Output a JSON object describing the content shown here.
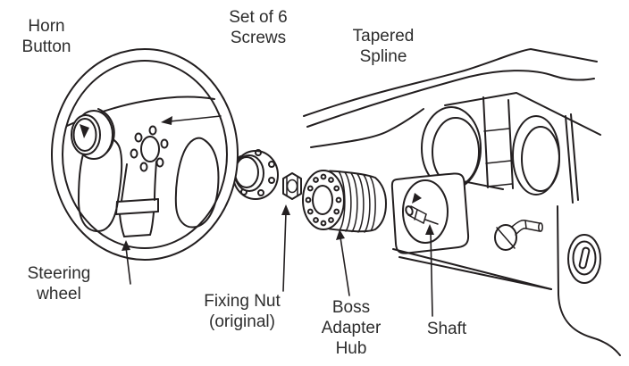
{
  "labels": {
    "horn_button": {
      "line1": "Horn",
      "line2": "Button"
    },
    "set_of_screws": {
      "line1": "Set of 6",
      "line2": "Screws"
    },
    "tapered_spline": {
      "line1": "Tapered",
      "line2": "Spline"
    },
    "steering_wheel": {
      "line1": "Steering",
      "line2": "wheel"
    },
    "fixing_nut": {
      "line1": "Fixing Nut",
      "line2": "(original)"
    },
    "boss_adapter_hub": {
      "line1": "Boss",
      "line2": "Adapter",
      "line3": "Hub"
    },
    "shaft": {
      "line1": "Shaft"
    }
  },
  "colors": {
    "line": "#231f20",
    "text": "#2d2d2d",
    "background": "#ffffff"
  }
}
